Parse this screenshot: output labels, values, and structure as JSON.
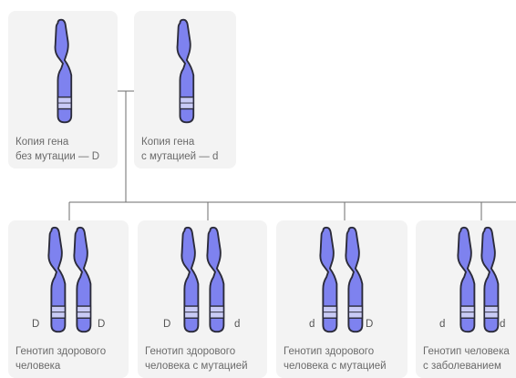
{
  "colors": {
    "chromosome_fill": "#7e82ef",
    "chromosome_stroke": "#2b2b3a",
    "band_fill": "#c9cbf6",
    "card_bg": "#f3f3f3",
    "connector": "#6e6e6e",
    "text": "#6a6a6a"
  },
  "parents": [
    {
      "line1": "Копия гена",
      "line2": "без мутации — D"
    },
    {
      "line1": "Копия гена",
      "line2": "с мутацией — d"
    }
  ],
  "genotypes": [
    {
      "allele_left": "D",
      "allele_right": "D",
      "line1": "Генотип здорового",
      "line2": "человека"
    },
    {
      "allele_left": "D",
      "allele_right": "d",
      "line1": "Генотип здорового",
      "line2": "человека с мутацией"
    },
    {
      "allele_left": "d",
      "allele_right": "D",
      "line1": "Генотип здорового",
      "line2": "человека с мутацией"
    },
    {
      "allele_left": "d",
      "allele_right": "d",
      "line1": "Генотип человека",
      "line2": "с заболеванием"
    }
  ]
}
